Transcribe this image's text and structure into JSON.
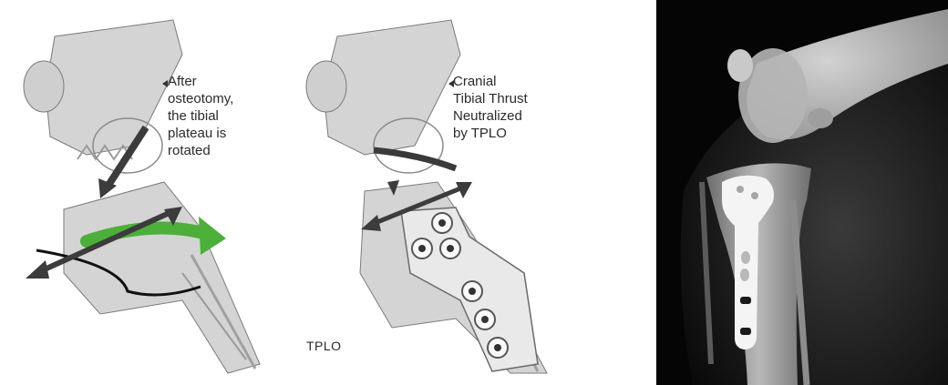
{
  "illustration": {
    "callout_left": "After\nosteotomy,\nthe tibial\nplateau is\nrotated",
    "callout_right": "Cranial\nTibial Thrust\nNeutralized\nby TPLO",
    "label_bottom": "TPLO",
    "colors": {
      "bone": "#d4d4d4",
      "bone_dark": "#bdbdbd",
      "outline": "#6a6a6a",
      "arrow_dark": "#3c3c3c",
      "rotation_arrow": "#4caf3a",
      "osteotomy_line": "#111111",
      "plate": "#e9e9e9"
    },
    "icons": [
      "callout-arrow-icon",
      "rotation-arrow-icon",
      "force-arrow-icon",
      "screw-icon"
    ]
  },
  "xray": {
    "background": "#050505",
    "bone_color": "#bfbfbf",
    "implant_color": "#f4f4f4"
  }
}
